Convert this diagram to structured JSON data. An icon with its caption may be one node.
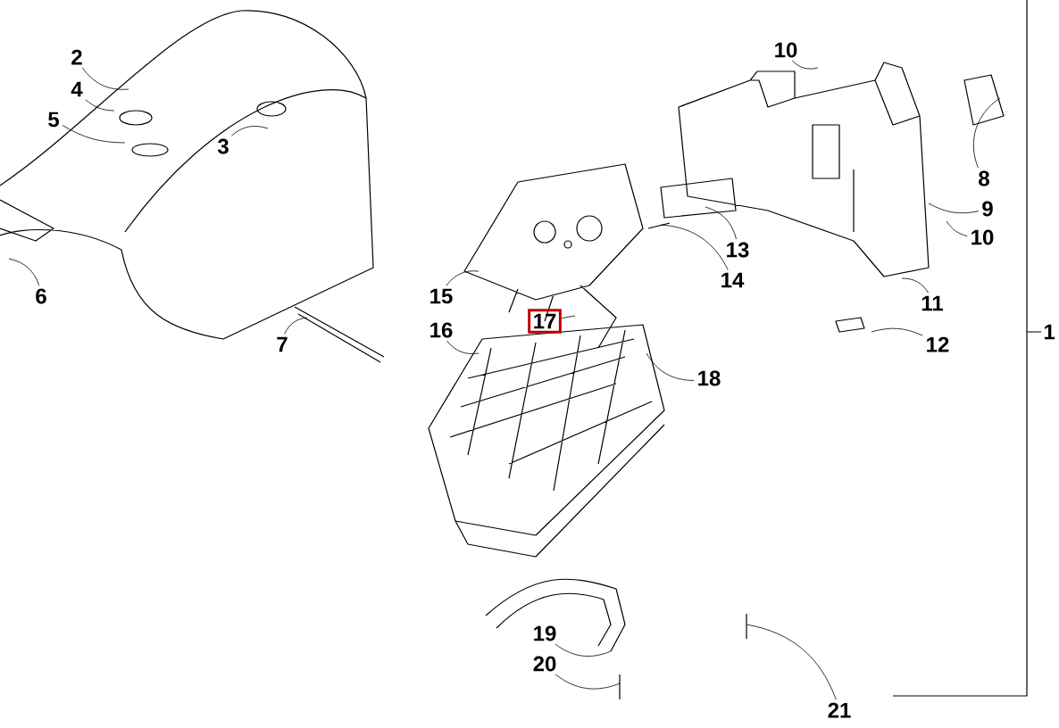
{
  "diagram": {
    "nodes": [
      {
        "text": [
          "2"
        ]
      },
      {
        "text": [
          "4"
        ]
      },
      {
        "text": [
          "5"
        ]
      },
      {
        "text": [
          "3"
        ]
      },
      {
        "text": [
          "10"
        ]
      },
      {
        "text": [
          "8"
        ]
      },
      {
        "text": [
          "9"
        ]
      },
      {
        "text": [
          "10"
        ]
      },
      {
        "text": [
          "13"
        ]
      },
      {
        "text": [
          "14"
        ]
      },
      {
        "text": [
          "6"
        ]
      },
      {
        "text": [
          "15"
        ]
      },
      {
        "text": [
          "11"
        ]
      },
      {
        "text": [
          "17"
        ]
      },
      {
        "text": [
          "16"
        ]
      },
      {
        "text": [
          "12"
        ]
      },
      {
        "text": [
          "7"
        ]
      },
      {
        "text": [
          "18"
        ]
      },
      {
        "text": [
          "19"
        ]
      },
      {
        "text": [
          "20"
        ]
      },
      {
        "text": [
          "21"
        ]
      }
    ],
    "edges": [
      {
        "from": 0,
        "to": null,
        "arrow": "none"
      },
      {
        "from": 1,
        "to": null,
        "arrow": "none"
      },
      {
        "from": 2,
        "to": null,
        "arrow": "none"
      },
      {
        "from": 3,
        "to": null,
        "arrow": "none"
      },
      {
        "from": 4,
        "to": null,
        "arrow": "none"
      },
      {
        "from": 5,
        "to": null,
        "arrow": "none"
      },
      {
        "from": 6,
        "to": null,
        "arrow": "none"
      },
      {
        "from": 7,
        "to": null,
        "arrow": "none"
      },
      {
        "from": 8,
        "to": null,
        "arrow": "none"
      },
      {
        "from": 9,
        "to": null,
        "arrow": "none"
      },
      {
        "from": 10,
        "to": null,
        "arrow": "none"
      },
      {
        "from": 11,
        "to": null,
        "arrow": "none"
      },
      {
        "from": 12,
        "to": null,
        "arrow": "none"
      },
      {
        "from": 13,
        "to": null,
        "arrow": "none"
      },
      {
        "from": 14,
        "to": null,
        "arrow": "none"
      },
      {
        "from": 15,
        "to": null,
        "arrow": "none"
      },
      {
        "from": 16,
        "to": null,
        "arrow": "none"
      },
      {
        "from": 17,
        "to": null,
        "arrow": "none"
      },
      {
        "from": 18,
        "to": null,
        "arrow": "none"
      },
      {
        "from": 19,
        "to": null,
        "arrow": "none"
      },
      {
        "from": 20,
        "to": null,
        "arrow": "none"
      }
    ],
    "labels": [
      "1"
    ]
  }
}
